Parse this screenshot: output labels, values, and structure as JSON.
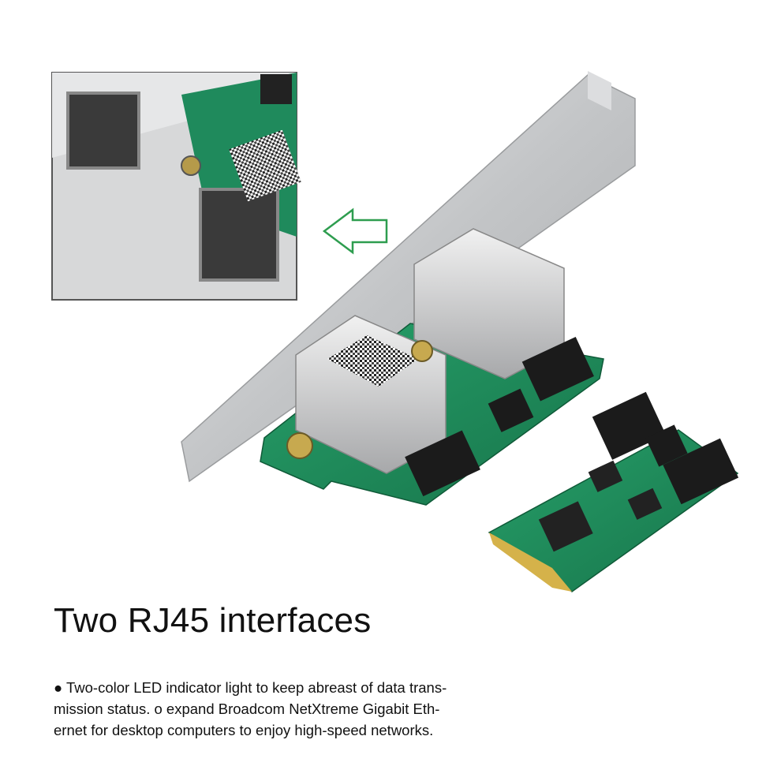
{
  "product": {
    "title": "Two RJ45 interfaces",
    "description_lines": [
      "● Two-color LED indicator light to keep abreast of data trans-",
      "mission status. o expand Broadcom NetXtreme Gigabit Eth-",
      "ernet for desktop computers to enjoy high-speed networks."
    ]
  },
  "colors": {
    "background": "#ffffff",
    "pcb_green": "#1f8a5c",
    "bracket_silver": "#c9cacb",
    "arrow_green": "#2e9d4f",
    "text": "#111111"
  },
  "icons": {
    "arrow": "left-arrow-icon"
  }
}
